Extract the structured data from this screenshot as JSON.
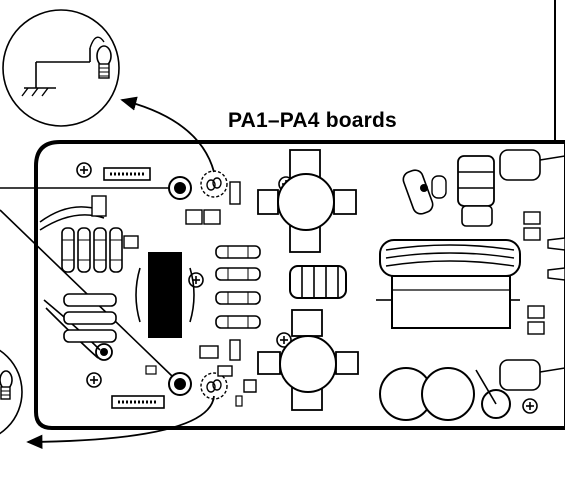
{
  "diagram": {
    "title": "PA1–PA4 boards",
    "callouts": [
      {
        "name": "upper-inset",
        "depicts": "ground-bulb-symbol"
      },
      {
        "name": "lower-inset",
        "depicts": "ground-bulb-symbol"
      }
    ],
    "icons": [
      "screw-icon",
      "connector-icon",
      "transistor-icon",
      "coil-icon",
      "transformer-icon",
      "capacitor-icon",
      "jack-icon",
      "spring-icon",
      "ground-symbol-icon",
      "bulb-icon"
    ],
    "colors": {
      "line": "#000000",
      "background": "#ffffff"
    }
  }
}
